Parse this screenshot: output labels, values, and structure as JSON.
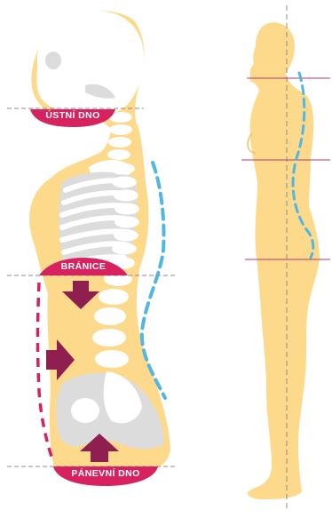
{
  "labels": {
    "oral_floor": "ÚSTNÍ DNO",
    "diaphragm": "BRÁNICE",
    "pelvic_floor": "PÁNEVNÍ DNO"
  },
  "colors": {
    "skin": "#FDD98C",
    "bone": "#FFFFFF",
    "bone_shadow": "#DCDCDC",
    "label_fill": "#D8225F",
    "arrow_fill": "#8E1F4E",
    "spine_curve": "#52B6E4",
    "front_dash": "#D8225F",
    "guide_line": "#8C8C8C",
    "level_line": "#B43A6E"
  },
  "icons": [
    "arrow-down-icon",
    "arrow-right-icon",
    "arrow-up-icon"
  ]
}
